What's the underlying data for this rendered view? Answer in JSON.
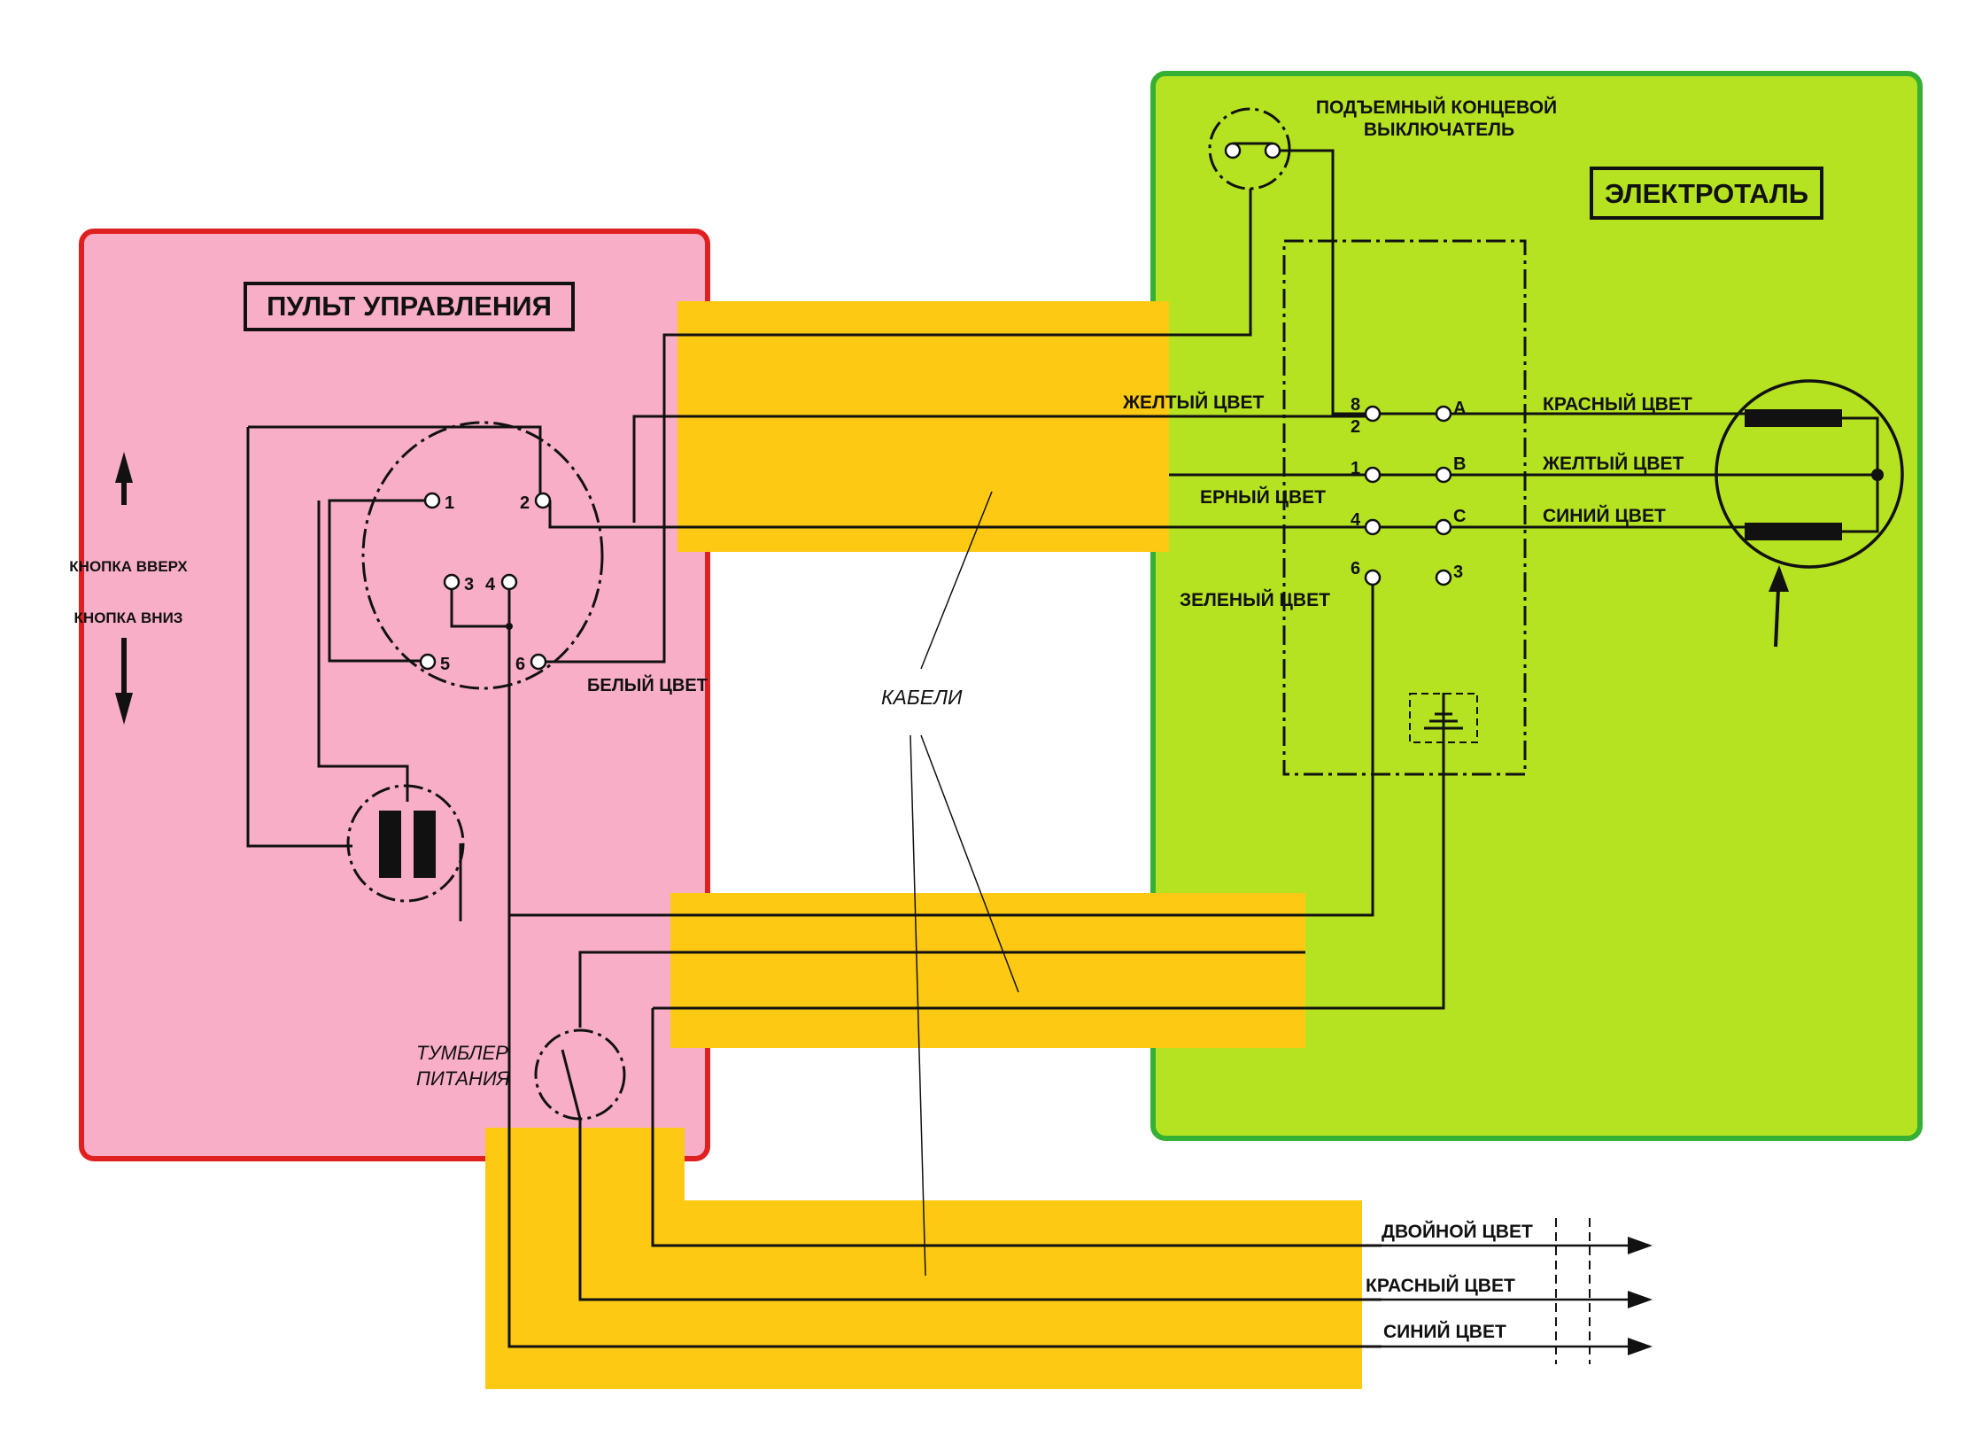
{
  "control_panel": {
    "title": "ПУЛЬТ  УПРАВЛЕНИЯ",
    "button_up": "КНОПКА ВВЕРХ",
    "button_down": "КНОПКА ВНИЗ",
    "switch_label_1": "ТУМБЛЕР",
    "switch_label_2": "ПИТАНИЯ",
    "white_wire": "БЕЛЫЙ ЦВЕТ",
    "terminals": [
      "1",
      "2",
      "3",
      "4",
      "5",
      "6"
    ],
    "color": "#f9aec8",
    "border_color": "#e02020"
  },
  "hoist": {
    "title": "ЭЛЕКТРОТАЛЬ",
    "limit_switch_1": "ПОДЪЕМНЫЙ КОНЦЕВОЙ",
    "limit_switch_2": "ВЫКЛЮЧАТЕЛЬ",
    "left_wires": {
      "yellow": "ЖЕЛТЫЙ  ЦВЕТ",
      "black": "ЕРНЫЙ ЦВЕТ",
      "green": "ЗЕЛЕНЫЙ ЦВЕТ"
    },
    "left_terminals": [
      "8",
      "2",
      "1",
      "4",
      "6"
    ],
    "right_terminals": [
      "A",
      "B",
      "C",
      "3"
    ],
    "motor_wires": {
      "red": "КРАСНЫЙ ЦВЕТ",
      "yellow": "ЖЕЛТЫЙ ЦВЕТ",
      "blue": "СИНИЙ ЦВЕТ"
    },
    "color": "#b5e321",
    "border_color": "#35b035"
  },
  "cables": {
    "label": "КАБЕЛИ",
    "color": "#fdc912"
  },
  "supply": {
    "double": "ДВОЙНОЙ ЦВЕТ",
    "red": "КРАСНЫЙ ЦВЕТ",
    "blue": "СИНИЙ ЦВЕТ"
  }
}
